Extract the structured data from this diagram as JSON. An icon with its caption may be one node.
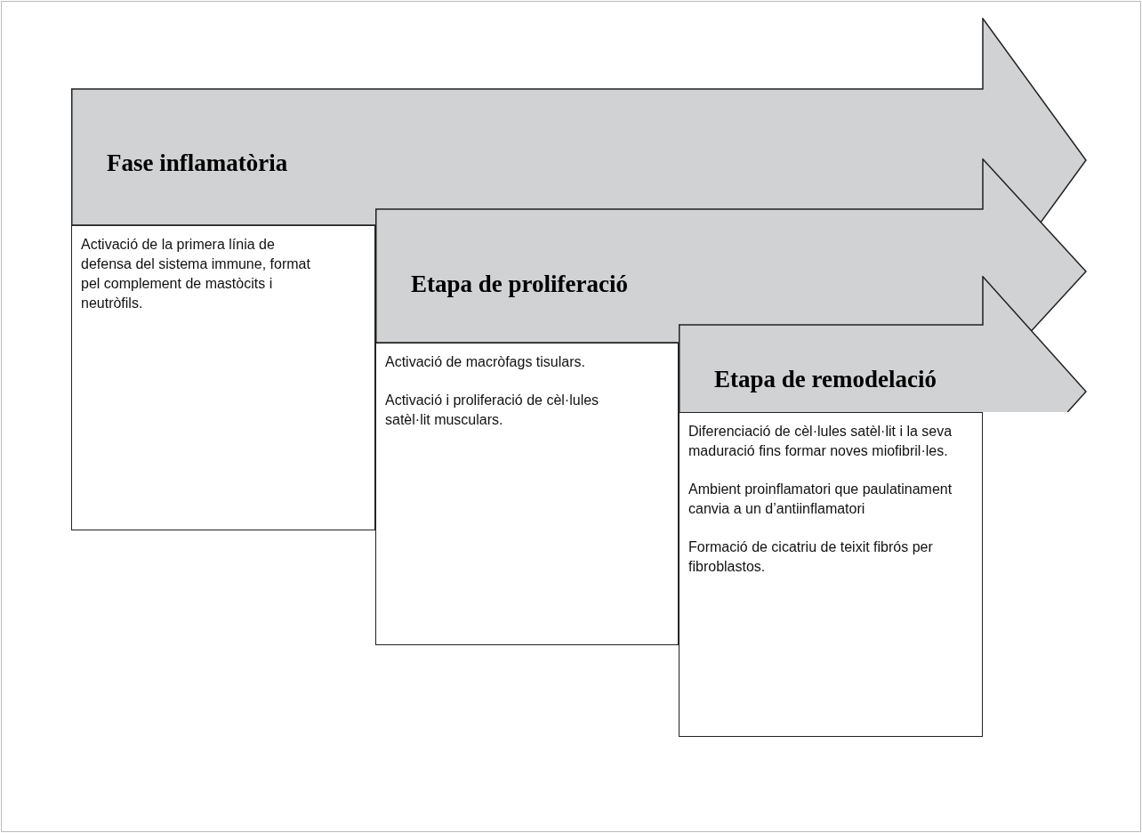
{
  "diagram": {
    "nodes": [
      {
        "text": [
          "Fase inflamatòria"
        ]
      },
      {
        "text": [
          "Activació de la primera línia de defensa del sistema immune, format pel complement de mastòcits i neutròfils."
        ]
      },
      {
        "text": [
          "Etapa de proliferació"
        ]
      },
      {
        "text": [
          "Activació de macròfags tisulars.",
          "Activació i proliferació de cèl·lules satèl·lit musculars."
        ]
      },
      {
        "text": [
          "Etapa de remodelació"
        ]
      },
      {
        "text": [
          "Diferenciació de cèl·lules satèl·lit i la seva maduració fins formar noves miofibril·les.",
          "Ambient proinflamatori que paulatinament canvia a un d’antiinflamatori",
          "Formació de cicatriu de teixit fibrós per fibroblastos."
        ]
      }
    ]
  }
}
